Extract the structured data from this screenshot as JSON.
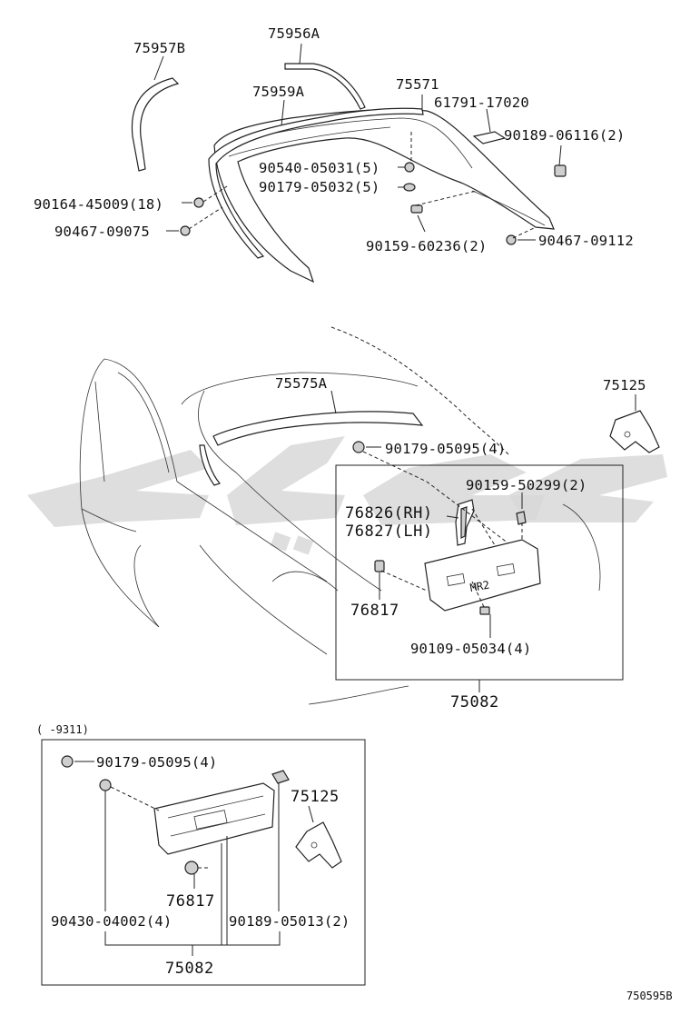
{
  "watermark": {
    "color": "#d3d3d3"
  },
  "upper_section": {
    "labels": {
      "p75957B": "75957B",
      "p75956A": "75956A",
      "p75959A": "75959A",
      "p75571": "75571",
      "p61791": "61791-17020",
      "p90189a": "90189-06116(2)",
      "p90540": "90540-05031(5)",
      "p90179a": "90179-05032(5)",
      "p90164": "90164-45009(18)",
      "p90467a": "90467-09075",
      "p90159a": "90159-60236(2)",
      "p90467b": "90467-09112"
    }
  },
  "middle_section": {
    "labels": {
      "p75575A": "75575A",
      "p75125": "75125",
      "p90179b": "90179-05095(4)",
      "p90159b": "90159-50299(2)",
      "p76826": "76826(RH)",
      "p76827": "76827(LH)",
      "p76817": "76817",
      "p90109": "90109-05034(4)",
      "p75082": "75082",
      "emblem_text": "MR2"
    }
  },
  "lower_section": {
    "range_note": "(     -9311)",
    "labels": {
      "p90179c": "90179-05095(4)",
      "p75125": "75125",
      "p76817": "76817",
      "p90430": "90430-04002(4)",
      "p90189b": "90189-05013(2)",
      "p75082": "75082"
    }
  },
  "figure_id": "750595B"
}
